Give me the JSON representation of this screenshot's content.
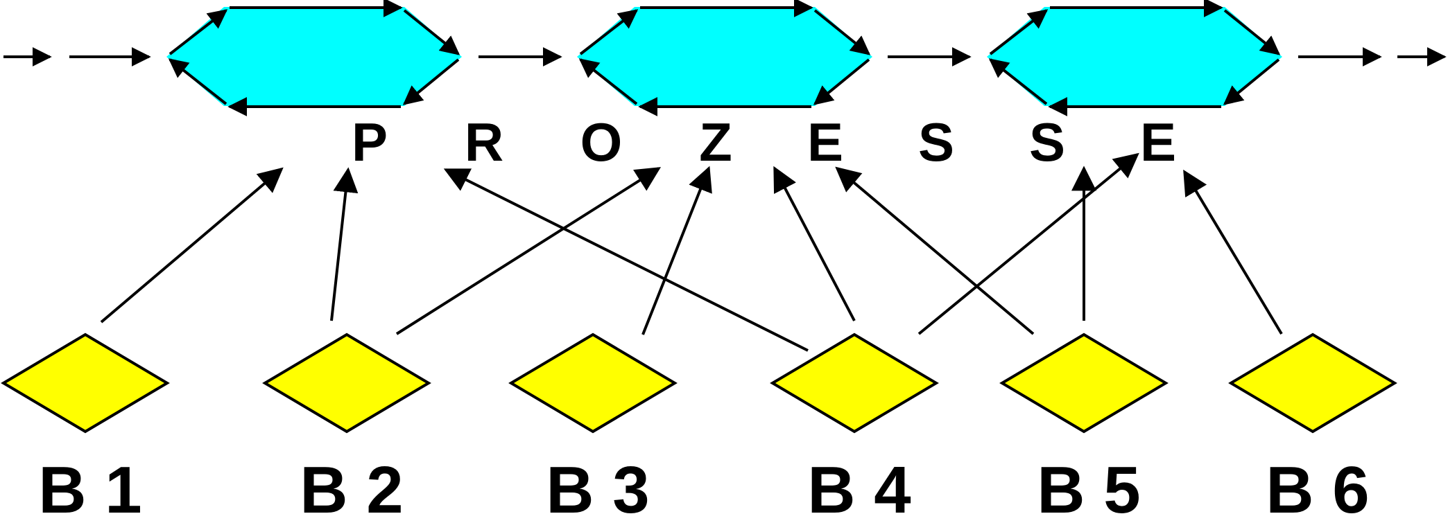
{
  "colors": {
    "process_fill": "#00FFFF",
    "element_fill": "#FFFF00",
    "line": "#000000",
    "background": "#FFFFFF"
  },
  "process_title": [
    "P",
    "R",
    "O",
    "Z",
    "E",
    "S",
    "S",
    "E"
  ],
  "processes": [
    {
      "id": "process-1"
    },
    {
      "id": "process-2"
    },
    {
      "id": "process-3"
    }
  ],
  "elements": [
    {
      "id": "b1",
      "label": "B 1"
    },
    {
      "id": "b2",
      "label": "B 2"
    },
    {
      "id": "b3",
      "label": "B 3"
    },
    {
      "id": "b4",
      "label": "B 4"
    },
    {
      "id": "b5",
      "label": "B 5"
    },
    {
      "id": "b6",
      "label": "B 6"
    }
  ],
  "links": [
    {
      "from": "b1",
      "to": "P"
    },
    {
      "from": "b2",
      "to": "P"
    },
    {
      "from": "b2",
      "to": "Z"
    },
    {
      "from": "b3",
      "to": "Z"
    },
    {
      "from": "b4",
      "to": "R"
    },
    {
      "from": "b4",
      "to": "Z"
    },
    {
      "from": "b4",
      "to": "E"
    },
    {
      "from": "b5",
      "to": "E"
    },
    {
      "from": "b5",
      "to": "S"
    },
    {
      "from": "b6",
      "to": "E"
    }
  ]
}
